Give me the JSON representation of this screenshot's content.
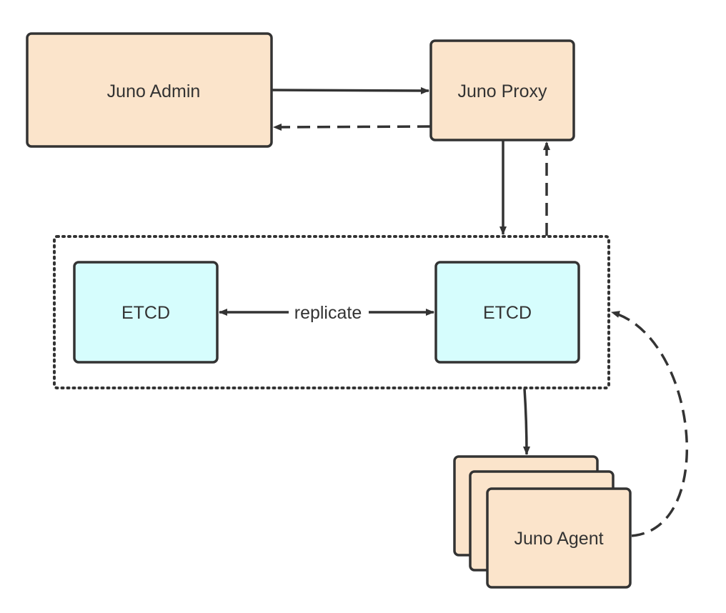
{
  "colors": {
    "peach_fill": "#fbe4cb",
    "cyan_fill": "#d6fdfd",
    "stroke": "#333333"
  },
  "nodes": {
    "juno_admin": {
      "label": "Juno Admin"
    },
    "juno_proxy": {
      "label": "Juno Proxy"
    },
    "etcd_left": {
      "label": "ETCD"
    },
    "etcd_right": {
      "label": "ETCD"
    },
    "juno_agent": {
      "label": "Juno Agent"
    }
  },
  "edges": {
    "replicate": {
      "label": "replicate"
    }
  }
}
